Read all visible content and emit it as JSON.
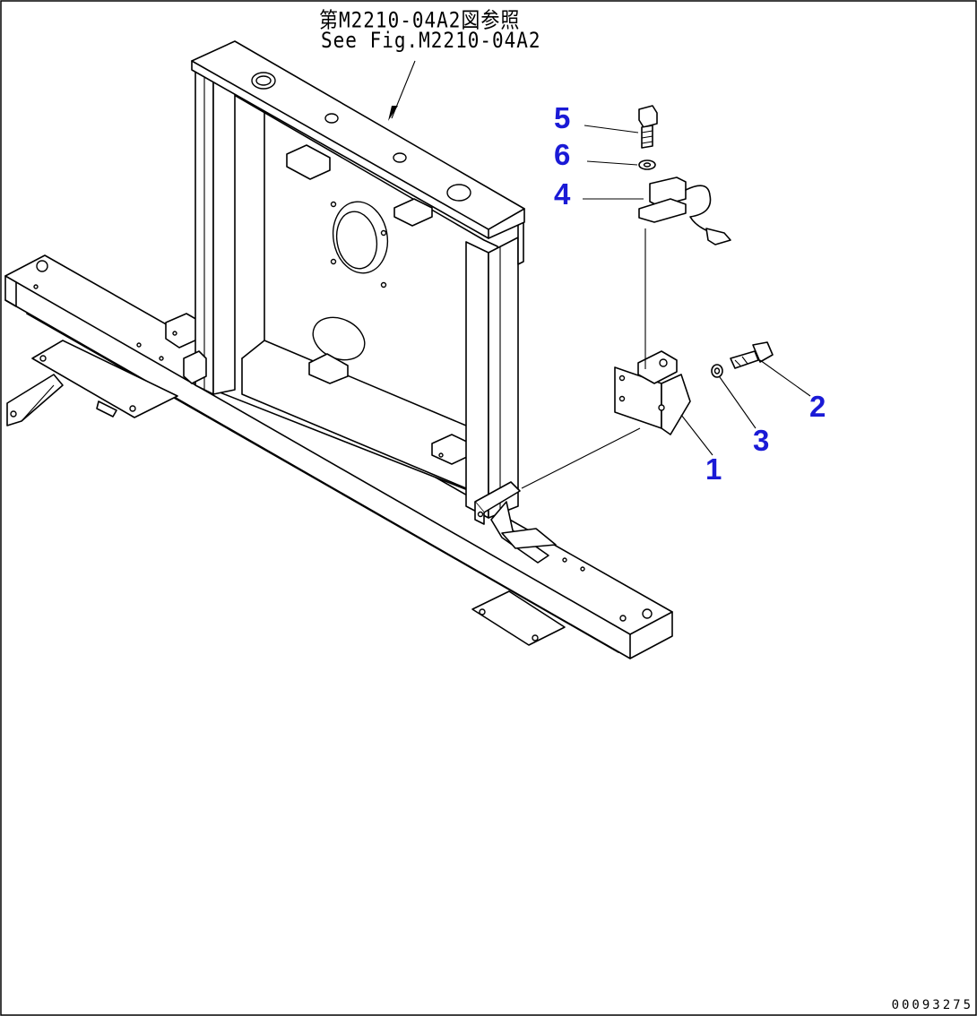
{
  "reference": {
    "line_ja": "第M2210-04A2図参照",
    "line_en": "See Fig.M2210-04A2"
  },
  "callouts": [
    "5",
    "6",
    "4",
    "2",
    "3",
    "1"
  ],
  "drawing_number": "00093275",
  "colors": {
    "callout": "#1a1ad6",
    "line": "#000000",
    "background": "#ffffff"
  }
}
